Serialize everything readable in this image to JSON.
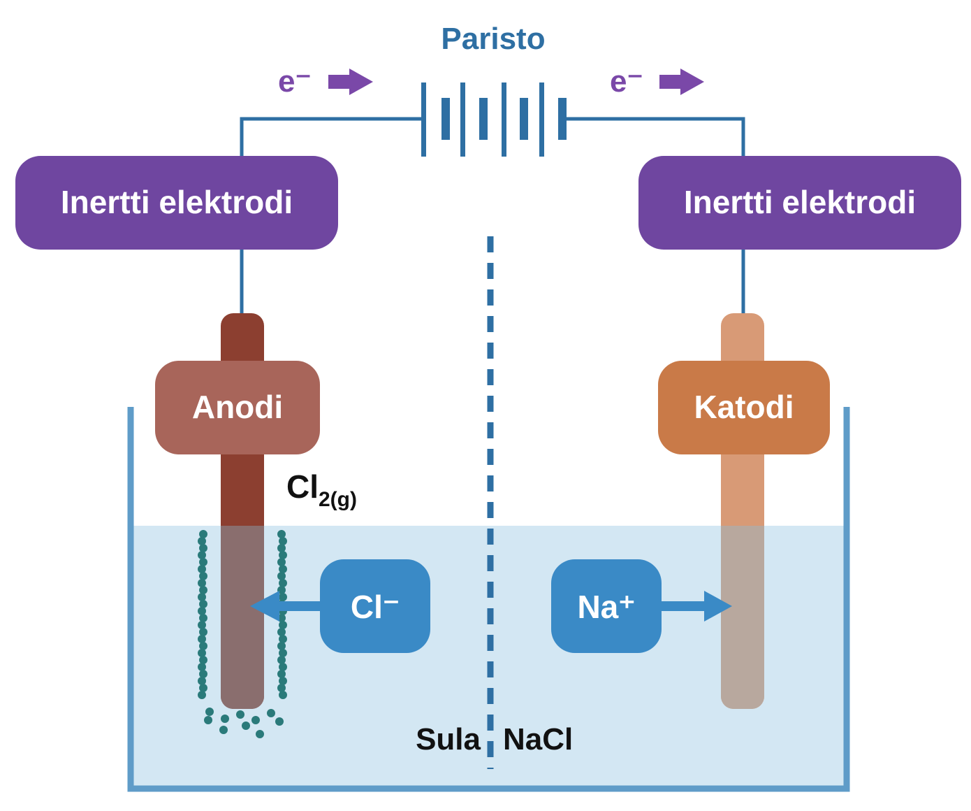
{
  "battery": {
    "label": "Paristo"
  },
  "electron_flow": {
    "left_label": "e⁻",
    "right_label": "e⁻"
  },
  "electrodes": {
    "left_label": "Inertti elektrodi",
    "right_label": "Inertti elektrodi",
    "anode_label": "Anodi",
    "cathode_label": "Katodi"
  },
  "gas": {
    "symbol": "Cl",
    "subscript": "2(g)"
  },
  "ions": {
    "anion_label": "Cl⁻",
    "cation_label": "Na⁺"
  },
  "electrolyte": {
    "left_word": "Sula",
    "right_word": "NaCl"
  },
  "colors": {
    "wire": "#2e6fa3",
    "electrode_box": "#6f46a0",
    "electron": "#7a48a8",
    "anode_rod": "#8c3f30",
    "anode_box": "#a8655a",
    "cathode_rod": "#d89a76",
    "cathode_box": "#c97a48",
    "ion_box": "#3a8ac6",
    "electrolyte": "#d3e7f3",
    "container": "#5f9cc8",
    "bubbles": "#2a7a7a"
  }
}
